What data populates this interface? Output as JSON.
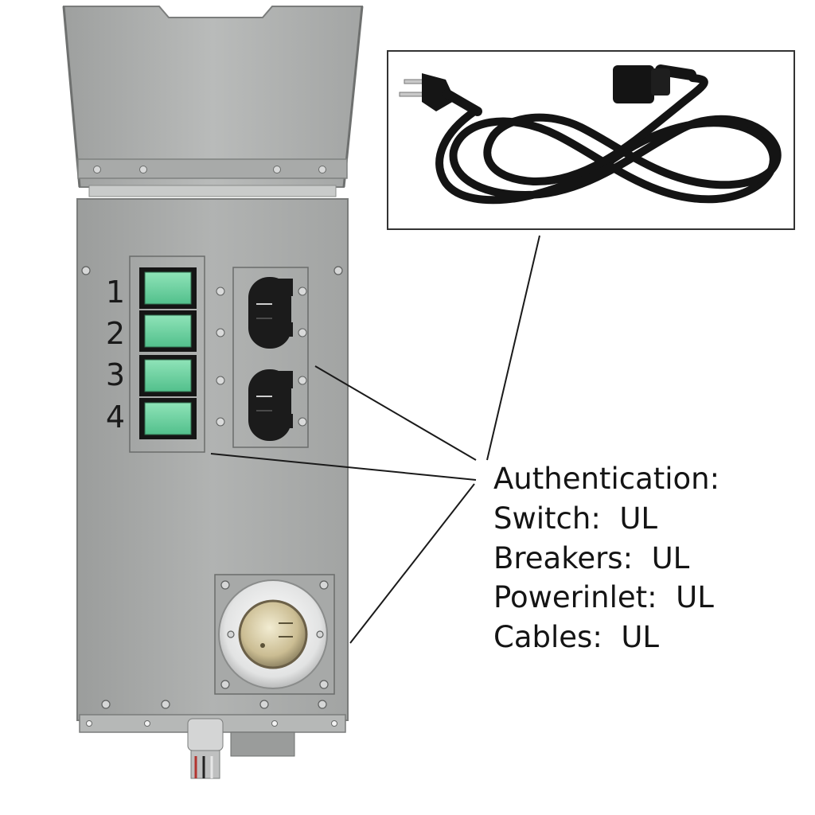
{
  "switch_numbers": [
    "1",
    "2",
    "3",
    "4"
  ],
  "certification": {
    "heading": "Authentication:",
    "lines": [
      {
        "item": "Switch:",
        "standard": "UL"
      },
      {
        "item": "Breakers:",
        "standard": "UL"
      },
      {
        "item": "Powerinlet:",
        "standard": "UL"
      },
      {
        "item": "Cables:",
        "standard": "UL"
      }
    ]
  },
  "colors": {
    "enclosure": "#a9abaa",
    "enclosure_dark": "#8e9090",
    "switch_green": "#6fd3a2",
    "breaker_black": "#1b1b1b",
    "inlet_brass": "#cfc3a0",
    "cord_black": "#141414"
  },
  "icons": [
    "power-cord-icon",
    "rocker-switch-icon",
    "circuit-breaker-icon",
    "power-inlet-icon"
  ]
}
